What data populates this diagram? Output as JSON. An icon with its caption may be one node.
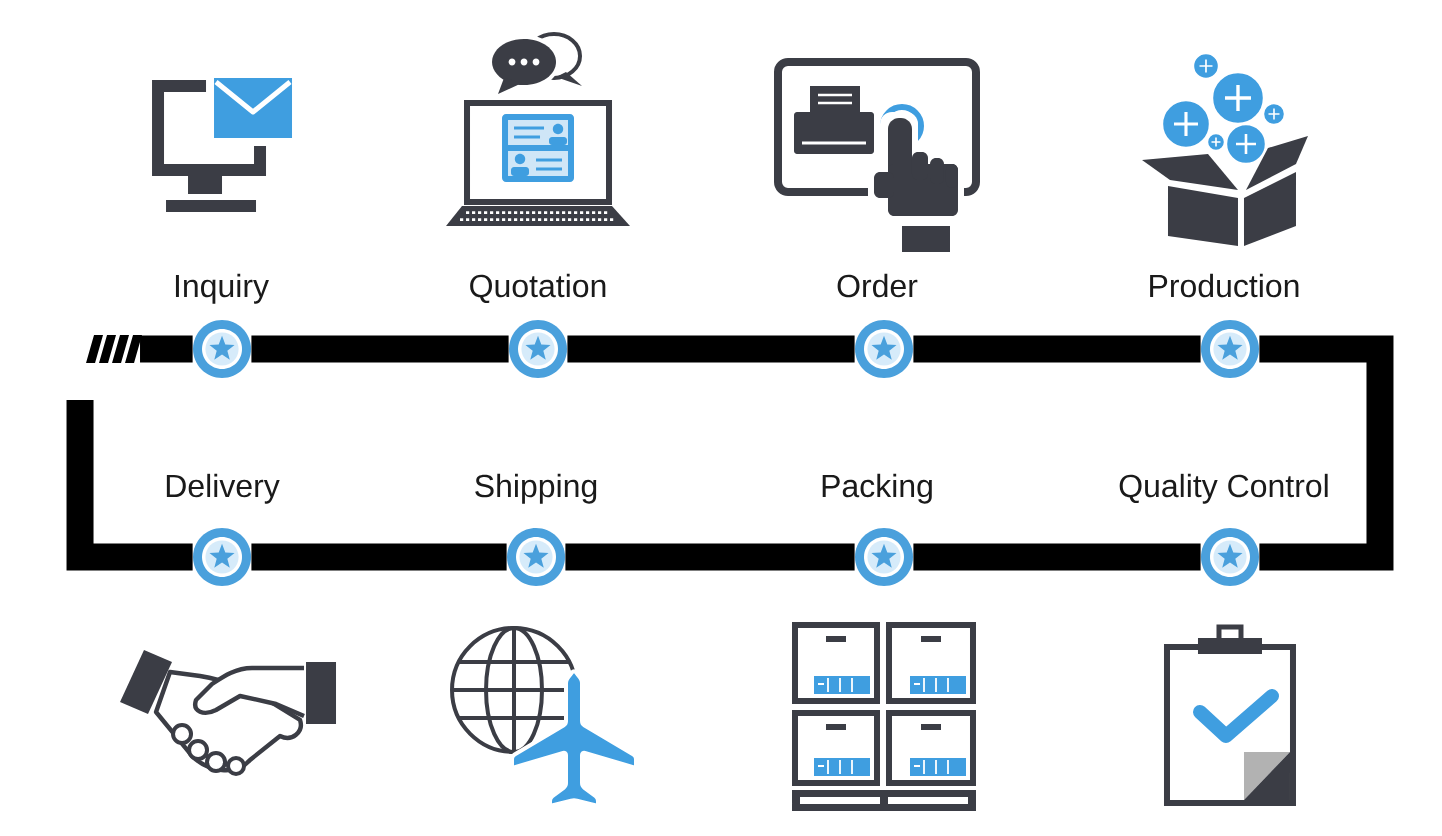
{
  "diagram": {
    "nodes": [
      {
        "text": [],
        "shape": "circle",
        "beside": [
          "Inquiry"
        ]
      },
      {
        "text": [],
        "shape": "circle",
        "beside": [
          "Quotation"
        ]
      },
      {
        "text": [],
        "shape": "circle",
        "beside": [
          "Order"
        ]
      },
      {
        "text": [],
        "shape": "circle",
        "beside": [
          "Production"
        ]
      },
      {
        "text": [],
        "shape": "circle",
        "beside": [
          "Delivery"
        ]
      },
      {
        "text": [],
        "shape": "circle",
        "beside": [
          "Shipping"
        ]
      },
      {
        "text": [],
        "shape": "circle",
        "beside": [
          "Packing"
        ]
      },
      {
        "text": [],
        "shape": "circle",
        "beside": [
          "Quality Control"
        ]
      }
    ],
    "edges": [
      {
        "from": null,
        "to": 0,
        "arrow": "none"
      },
      {
        "from": 0,
        "to": 1,
        "arrow": "none"
      },
      {
        "from": 1,
        "to": 2,
        "arrow": "none"
      },
      {
        "from": 2,
        "to": 3,
        "arrow": "none"
      },
      {
        "from": 3,
        "to": 7,
        "arrow": "none"
      },
      {
        "from": 7,
        "to": 6,
        "arrow": "none"
      },
      {
        "from": 6,
        "to": 5,
        "arrow": "none"
      },
      {
        "from": 5,
        "to": 4,
        "arrow": "none"
      },
      {
        "from": 4,
        "to": null,
        "arrow": "none"
      }
    ]
  }
}
